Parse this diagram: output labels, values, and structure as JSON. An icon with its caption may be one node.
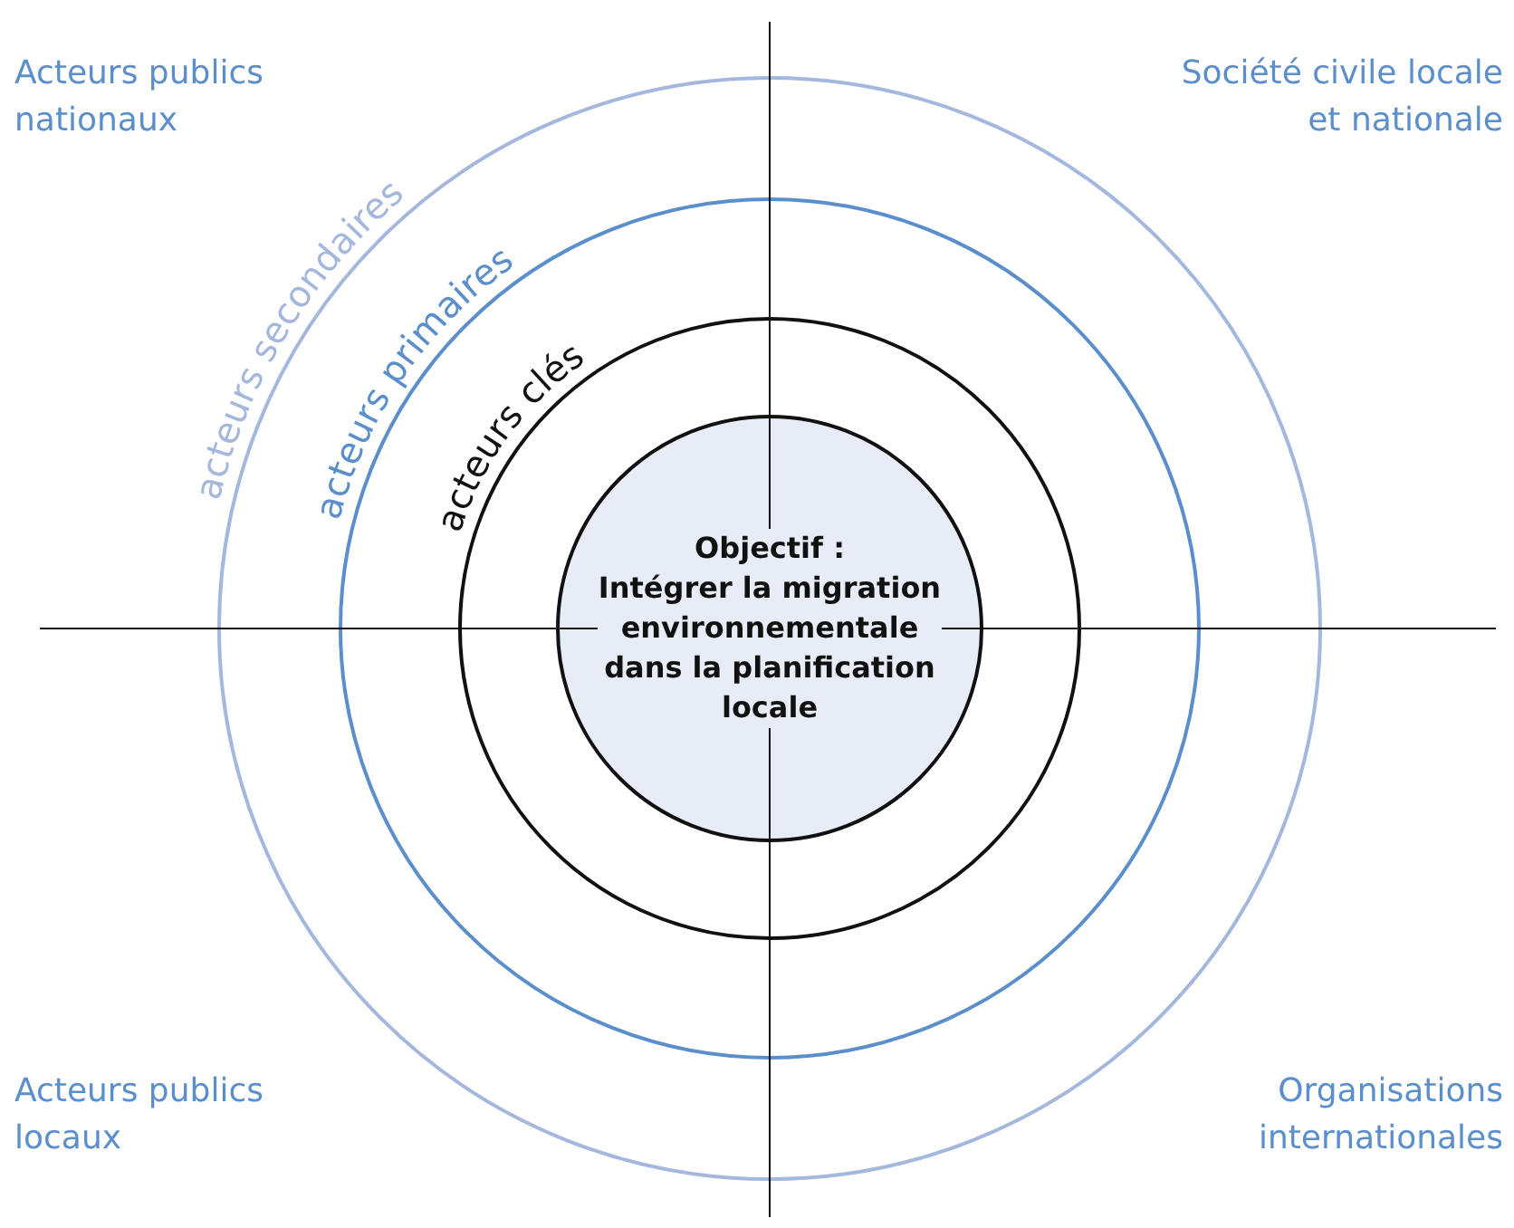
{
  "diagram": {
    "nodes": [
      {
        "text": [
          "acteurs secondaires"
        ]
      },
      {
        "text": [
          "acteurs primaires"
        ],
        "in": 0
      },
      {
        "text": [
          "acteurs clés"
        ],
        "in": 1
      },
      {
        "text": [
          "Objectif :",
          "Intégrer la migration environnementale dans la planification locale"
        ],
        "in": 2
      }
    ],
    "labels": [
      "Acteurs publics nationaux",
      "Société civile locale et nationale",
      "Acteurs publics locaux",
      "Organisations internationales"
    ]
  }
}
